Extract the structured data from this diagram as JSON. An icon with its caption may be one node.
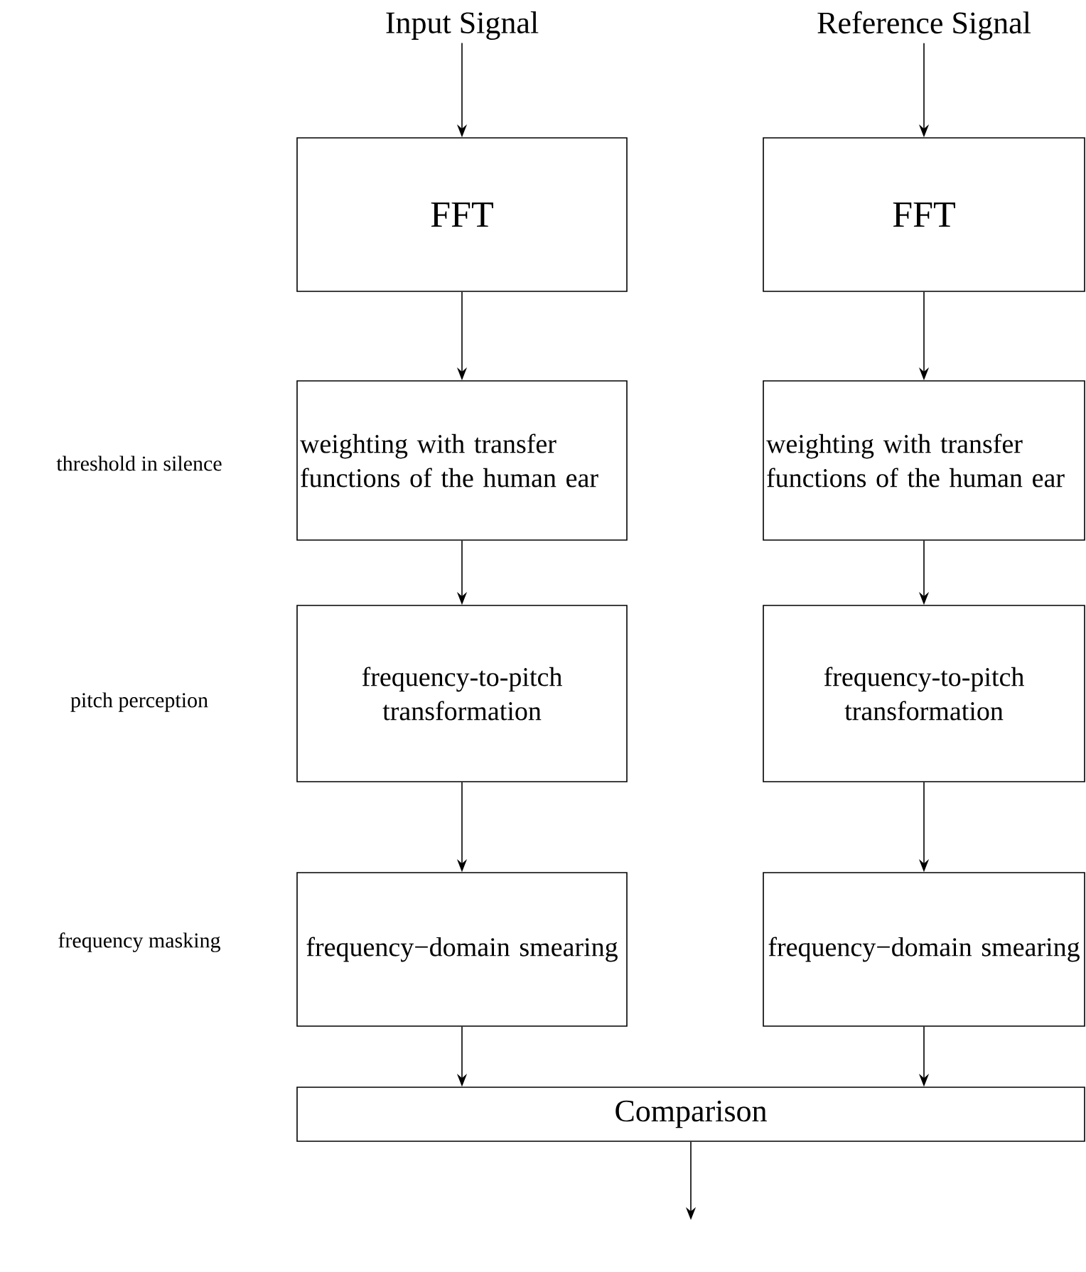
{
  "diagram": {
    "nodes": [
      {
        "text": [
          "Input Signal"
        ]
      },
      {
        "text": [
          "Reference Signal"
        ]
      },
      {
        "text": [
          "FFT"
        ]
      },
      {
        "text": [
          "FFT"
        ]
      },
      {
        "text": [
          "weighting with transfer functions of the human ear"
        ]
      },
      {
        "text": [
          "weighting with transfer functions of the human ear"
        ]
      },
      {
        "text": [
          "frequency-to-pitch transformation"
        ]
      },
      {
        "text": [
          "frequency-to-pitch transformation"
        ]
      },
      {
        "text": [
          "frequency−domain smearing"
        ]
      },
      {
        "text": [
          "frequency−domain smearing"
        ]
      },
      {
        "text": [
          "Comparison"
        ]
      }
    ],
    "edges": [
      {
        "from": 0,
        "to": 2,
        "arrow": "to"
      },
      {
        "from": 1,
        "to": 3,
        "arrow": "to"
      },
      {
        "from": 2,
        "to": 4,
        "arrow": "to"
      },
      {
        "from": 3,
        "to": 5,
        "arrow": "to"
      },
      {
        "from": 4,
        "to": 6,
        "arrow": "to"
      },
      {
        "from": 5,
        "to": 7,
        "arrow": "to"
      },
      {
        "from": 6,
        "to": 8,
        "arrow": "to"
      },
      {
        "from": 7,
        "to": 9,
        "arrow": "to"
      },
      {
        "from": 8,
        "to": 10,
        "arrow": "to"
      },
      {
        "from": 9,
        "to": 10,
        "arrow": "to"
      },
      {
        "from": 10,
        "to": null,
        "arrow": "to"
      }
    ],
    "labels": [
      "threshold in silence",
      "pitch perception",
      "frequency masking"
    ]
  }
}
